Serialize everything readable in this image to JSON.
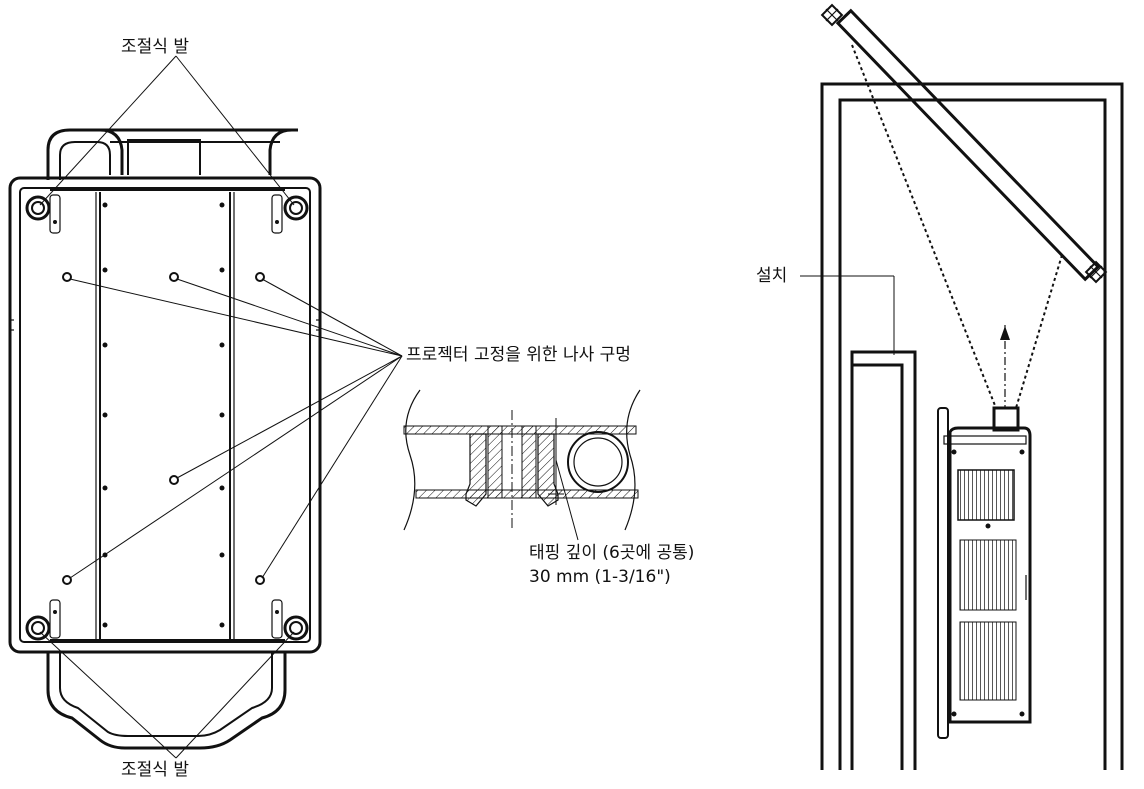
{
  "labels": {
    "foot_top": "조절식 발",
    "foot_bottom": "조절식 발",
    "screw_holes": "프로젝터 고정을 위한 나사 구멍",
    "tapping_depth": "태핑 깊이 (6곳에 공통)",
    "tapping_value": "30 mm (1-3/16\")",
    "install": "설치"
  }
}
